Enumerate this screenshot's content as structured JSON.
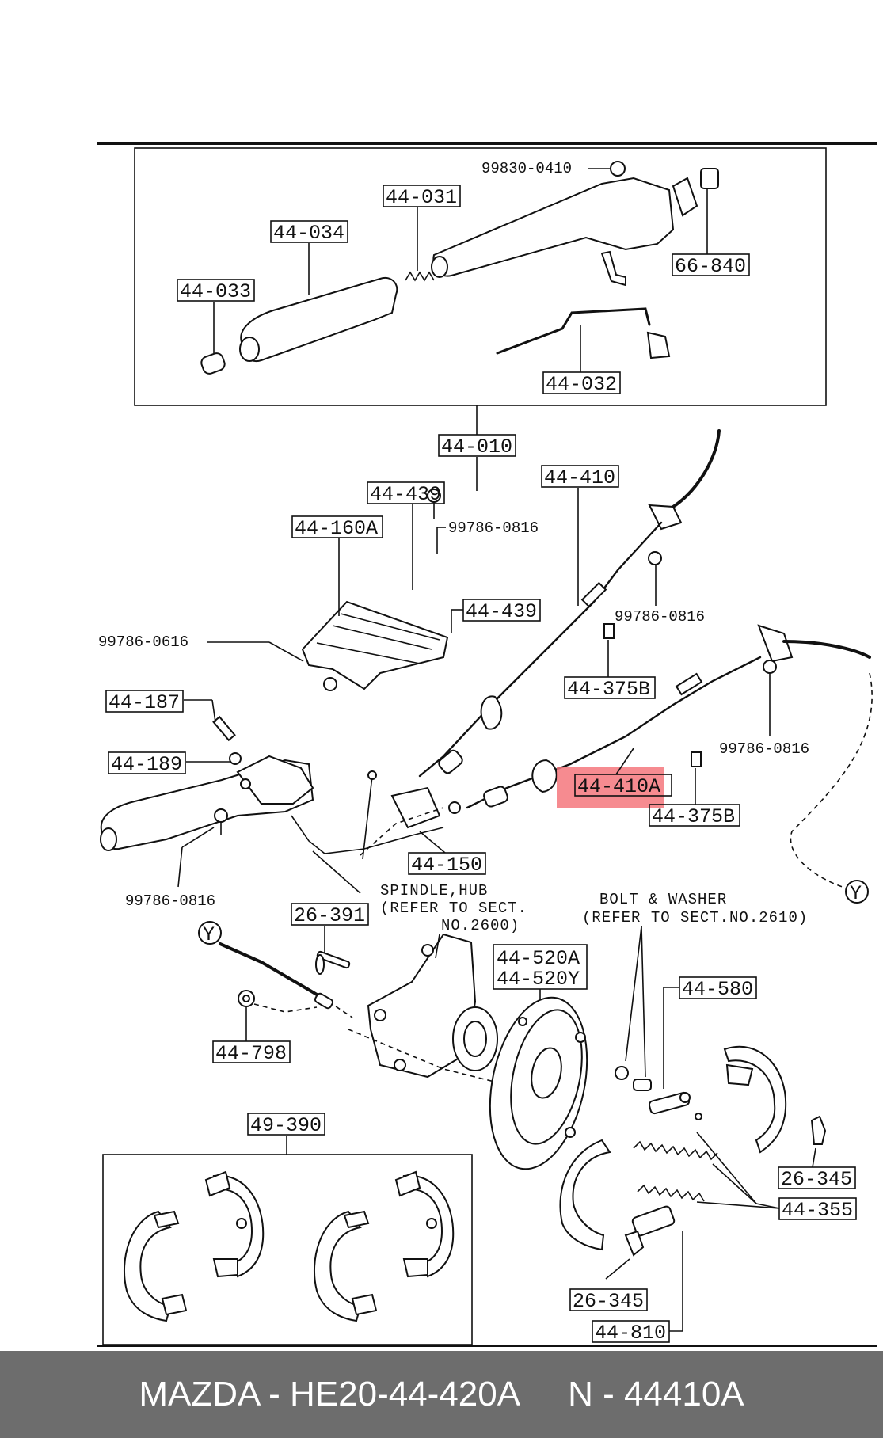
{
  "labels": {
    "l_99830_0410": "99830-0410",
    "l_44_031": "44-031",
    "l_44_034": "44-034",
    "l_44_033": "44-033",
    "l_66_840": "66-840",
    "l_44_032": "44-032",
    "l_44_010": "44-010",
    "l_44_410": "44-410",
    "l_44_439_top": "44-439",
    "l_44_160a": "44-160A",
    "l_99786_0816_a": "99786-0816",
    "l_44_439_mid": "44-439",
    "l_99786_0616": "99786-0616",
    "l_99786_0816_b": "99786-0816",
    "l_44_375b_a": "44-375B",
    "l_44_187": "44-187",
    "l_99786_0816_c": "99786-0816",
    "l_44_189": "44-189",
    "l_44_410a": "44-410A",
    "l_44_375b_b": "44-375B",
    "l_44_150": "44-150",
    "l_99786_0816_d": "99786-0816",
    "l_spindle_1": "SPINDLE,HUB",
    "l_spindle_2": "(REFER TO SECT.",
    "l_spindle_3": "NO.2600)",
    "l_bolt_1": "BOLT & WASHER",
    "l_bolt_2": "(REFER TO SECT.NO.2610)",
    "l_26_391": "26-391",
    "l_44_520a": "44-520A",
    "l_44_520y": "44-520Y",
    "l_44_580": "44-580",
    "l_44_798": "44-798",
    "l_49_390": "49-390",
    "l_26_345_a": "26-345",
    "l_44_355": "44-355",
    "l_26_345_b": "26-345",
    "l_44_810": "44-810",
    "y_marker_a": "Y",
    "y_marker_b": "Y"
  },
  "highlight": {
    "part": "44-410A",
    "color": "#f4777c"
  },
  "footer": {
    "left": "MAZDA - HE20-44-420A",
    "right": "N - 44410A"
  }
}
